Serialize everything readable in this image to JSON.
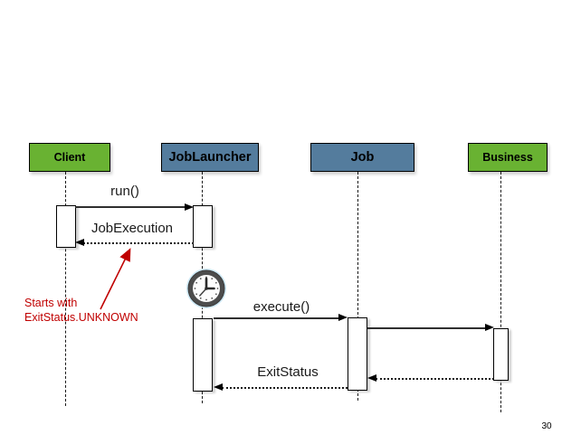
{
  "slide": {
    "page_number": "30"
  },
  "diagram": {
    "type": "sequence",
    "actors": [
      {
        "label": "Client",
        "color": "#69B232"
      },
      {
        "label": "JobLauncher",
        "color": "#547C9D"
      },
      {
        "label": "Job",
        "color": "#547C9D"
      },
      {
        "label": "Business",
        "color": "#69B232"
      }
    ],
    "messages": [
      {
        "label": "run()",
        "from": "Client",
        "to": "JobLauncher",
        "style": "solid"
      },
      {
        "label": "JobExecution",
        "from": "JobLauncher",
        "to": "Client",
        "style": "dotted"
      },
      {
        "label": "execute()",
        "from": "JobLauncher",
        "to": "Job",
        "style": "solid"
      },
      {
        "label": "",
        "from": "Job",
        "to": "Business",
        "style": "solid"
      },
      {
        "label": "",
        "from": "Business",
        "to": "Job",
        "style": "dotted"
      },
      {
        "label": "ExitStatus",
        "from": "Job",
        "to": "JobLauncher",
        "style": "dotted"
      }
    ],
    "annotation": {
      "text_line1": "Starts with",
      "text_line2": "ExitStatus.UNKNOWN",
      "color": "#C00000"
    },
    "icons": [
      {
        "name": "clock-icon"
      }
    ]
  }
}
